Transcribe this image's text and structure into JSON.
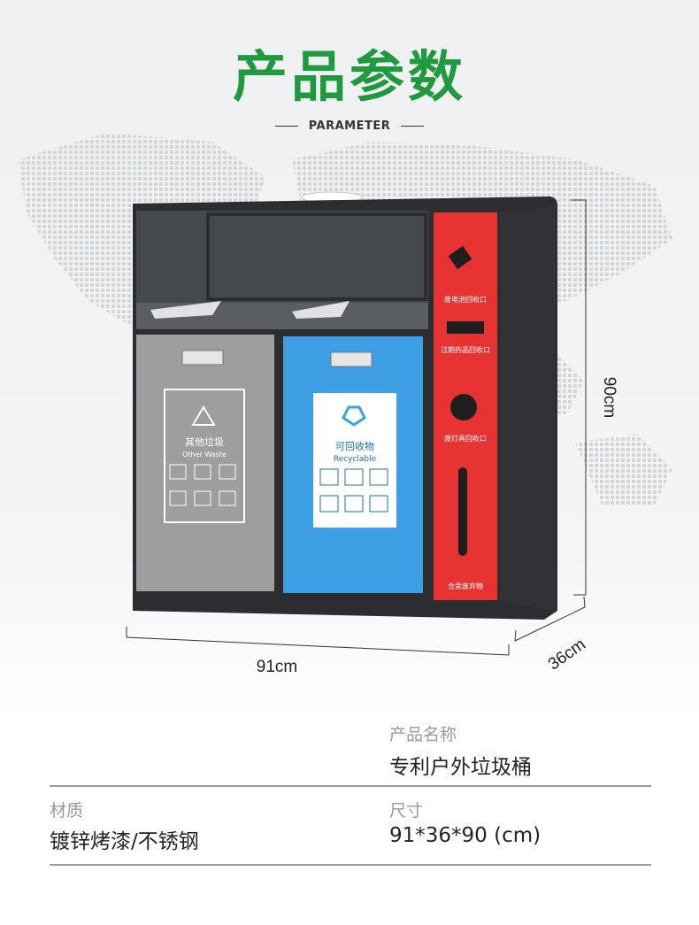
{
  "header": {
    "title": "产品参数",
    "subtitle": "PARAMETER"
  },
  "product": {
    "bin_labels": {
      "other_cn": "其他垃圾",
      "other_en": "Other Waste",
      "recycle_cn": "可回收物",
      "recycle_en": "Recyclable",
      "battery": "废电池回收口",
      "medicine": "过期药品回收口",
      "lamp": "废灯具回收口",
      "hazard": "含汞废弃物"
    },
    "dimensions": {
      "width": "91cm",
      "depth": "36cm",
      "height": "90cm"
    },
    "colors": {
      "green": "#1f9a3e",
      "gray_door": "#9e9e9e",
      "blue_door": "#3f9fe4",
      "red_panel": "#e83333",
      "frame": "#2b2d30"
    }
  },
  "specs": {
    "name_label": "产品名称",
    "name_value": "专利户外垃圾桶",
    "material_label": "材质",
    "material_value": "镀锌烤漆/不锈钢",
    "size_label": "尺寸",
    "size_value": "91*36*90 (cm)"
  }
}
